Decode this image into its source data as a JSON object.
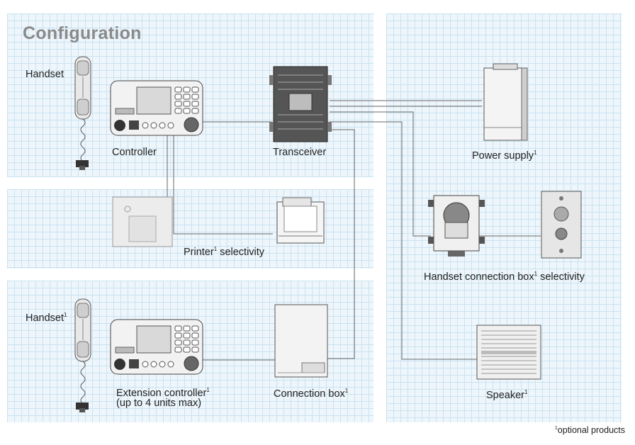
{
  "title": "Configuration",
  "labels": {
    "handset": "Handset",
    "controller": "Controller",
    "transceiver": "Transceiver",
    "power_supply": "Power supply",
    "printer": "Printer",
    "selectivity": "selectivity",
    "handset_box": "Handset connection box",
    "handset_opt": "Handset",
    "extension_controller": "Extension controller",
    "extension_note": "(up to 4 units max)",
    "connection_box": "Connection box",
    "speaker": "Speaker"
  },
  "superscript": "1",
  "footnote": "optional products"
}
